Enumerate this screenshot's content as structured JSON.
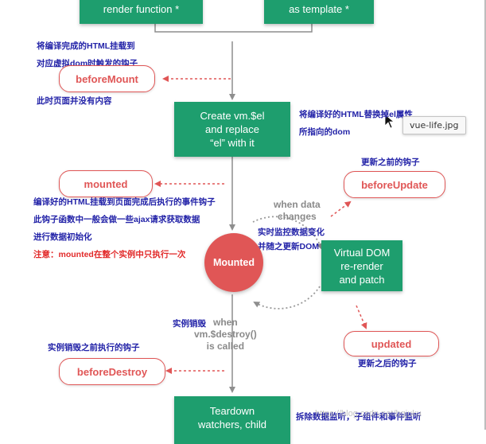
{
  "colors": {
    "green": "#1e9e6e",
    "red": "#e05656",
    "blue_text": "#2323a8",
    "grey": "#8a8a8a",
    "arrow": "#8e8e8e"
  },
  "top_boxes": {
    "render_function": "render function *",
    "as_template": "as template *"
  },
  "hooks": {
    "before_mount": "beforeMount",
    "mounted": "mounted",
    "before_update": "beforeUpdate",
    "updated": "updated",
    "before_destroy": "beforeDestroy"
  },
  "steps": {
    "create_el": [
      "Create vm.$el",
      "and replace",
      "“el” with it"
    ],
    "virtual_dom": [
      "Virtual DOM",
      "re-render",
      "and patch"
    ],
    "teardown": [
      "Teardown",
      "watchers, child"
    ],
    "mounted_circle": "Mounted"
  },
  "conditions": {
    "when_data_changes": [
      "when data",
      "changes"
    ],
    "when_destroy": [
      "when",
      "vm.$destroy()",
      "is called"
    ]
  },
  "notes": {
    "before_mount_above": [
      "将编译完成的HTML挂载到",
      "对应虚拟dom时触发的钩子"
    ],
    "before_mount_below": "此时页面并没有内容",
    "create_el_right": [
      "将编译好的HTML替换掉el属性",
      "所指向的dom"
    ],
    "mounted_below": [
      "编译好的HTML挂载到页面完成后执行的事件钩子",
      "此钩子函数中一般会做一些ajax请求获取数据",
      "进行数据初始化"
    ],
    "mounted_attention": "注意：mounted在整个实例中只执行一次",
    "before_update_above": "更新之前的钩子",
    "watch_data": [
      "实时监控数据变化",
      "并随之更新DOM"
    ],
    "updated_below": "更新之后的钩子",
    "destroy_label": "实例销毁",
    "before_destroy_above": "实例销毁之前执行的钩子",
    "teardown_right": "拆除数据监听，子组件和事件监听"
  },
  "tooltip": "vue-life.jpg",
  "watermark": "https://blog.csdn.net/bgjuku"
}
